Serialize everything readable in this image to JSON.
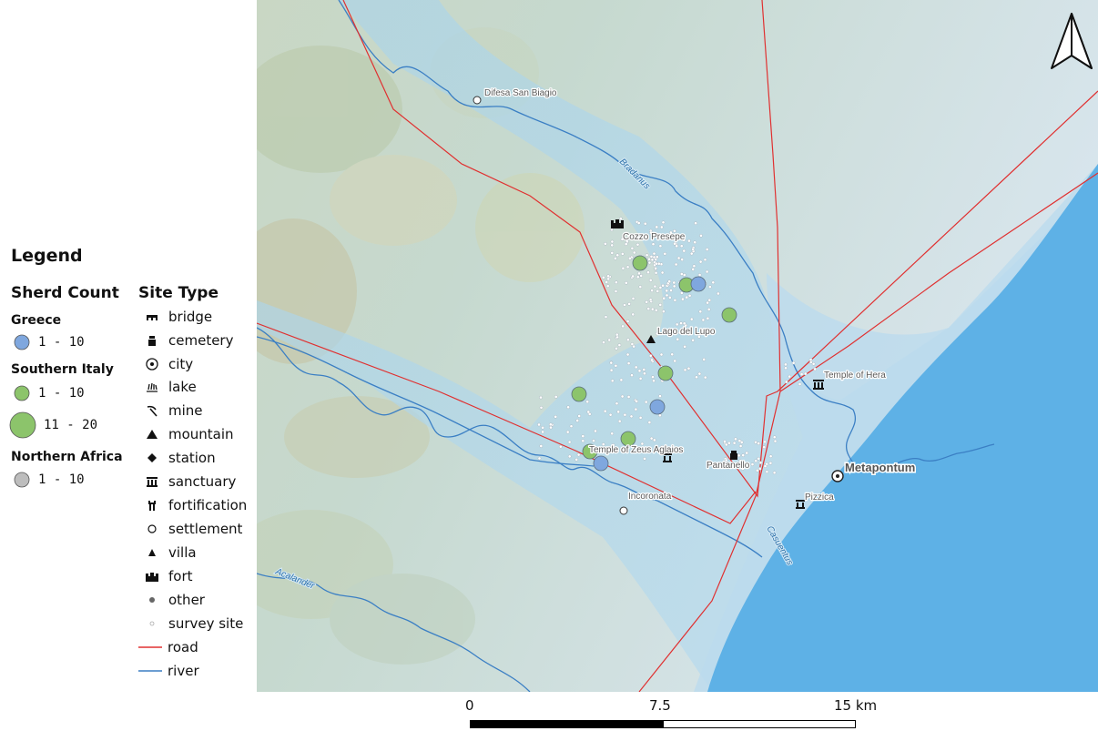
{
  "legend": {
    "title": "Legend",
    "sherd_count_heading": "Sherd Count",
    "site_type_heading": "Site Type",
    "groups": [
      {
        "name": "Greece",
        "classes": [
          {
            "range": "1 - 10",
            "color": "#7fa7de"
          }
        ]
      },
      {
        "name": "Southern Italy",
        "classes": [
          {
            "range": "1 - 10",
            "color": "#8cc46b"
          },
          {
            "range": "11 - 20",
            "color": "#8cc46b"
          }
        ]
      },
      {
        "name": "Northern Africa",
        "classes": [
          {
            "range": "1 - 10",
            "color": "#bdbdbd"
          }
        ]
      }
    ],
    "site_types": [
      {
        "label": "bridge",
        "icon": "bridge-icon"
      },
      {
        "label": "cemetery",
        "icon": "cemetery-icon"
      },
      {
        "label": "city",
        "icon": "city-icon"
      },
      {
        "label": "lake",
        "icon": "lake-icon"
      },
      {
        "label": "mine",
        "icon": "mine-icon"
      },
      {
        "label": "mountain",
        "icon": "mountain-icon"
      },
      {
        "label": "station",
        "icon": "station-icon"
      },
      {
        "label": "sanctuary",
        "icon": "sanctuary-icon"
      },
      {
        "label": "fortification",
        "icon": "fortification-icon"
      },
      {
        "label": "settlement",
        "icon": "settlement-icon"
      },
      {
        "label": "villa",
        "icon": "villa-icon"
      },
      {
        "label": "fort",
        "icon": "fort-icon"
      },
      {
        "label": "other",
        "icon": "other-icon"
      },
      {
        "label": "survey site",
        "icon": "survey-site-icon"
      },
      {
        "label": "road",
        "icon": "road-line-icon",
        "color": "#e03030"
      },
      {
        "label": "river",
        "icon": "river-line-icon",
        "color": "#3b7fc4"
      }
    ]
  },
  "map": {
    "place_labels": {
      "difesa": "Difesa San Biagio",
      "cozzo": "Cozzo Presepe",
      "lago": "Lago del Lupo",
      "hera": "Temple of Hera",
      "zeus": "Temple of Zeus Aglaios",
      "pantanello": "Pantanello",
      "metapontum": "Metapontum",
      "pizzica": "Pizzica",
      "incoronata": "Incoronata"
    },
    "river_labels": {
      "bradanus": "Bradanus",
      "casuentus": "Casuentus",
      "acalander": "Acalander"
    },
    "colors": {
      "sea": "#5eb1e6",
      "road": "#e03030",
      "river": "#3b7fc4",
      "greece": "#7fa7de",
      "southern_italy": "#8cc46b"
    }
  },
  "scale_bar": {
    "labels": [
      "0",
      "7.5",
      "15 km"
    ]
  },
  "north_arrow": {
    "icon": "north-arrow-icon"
  }
}
